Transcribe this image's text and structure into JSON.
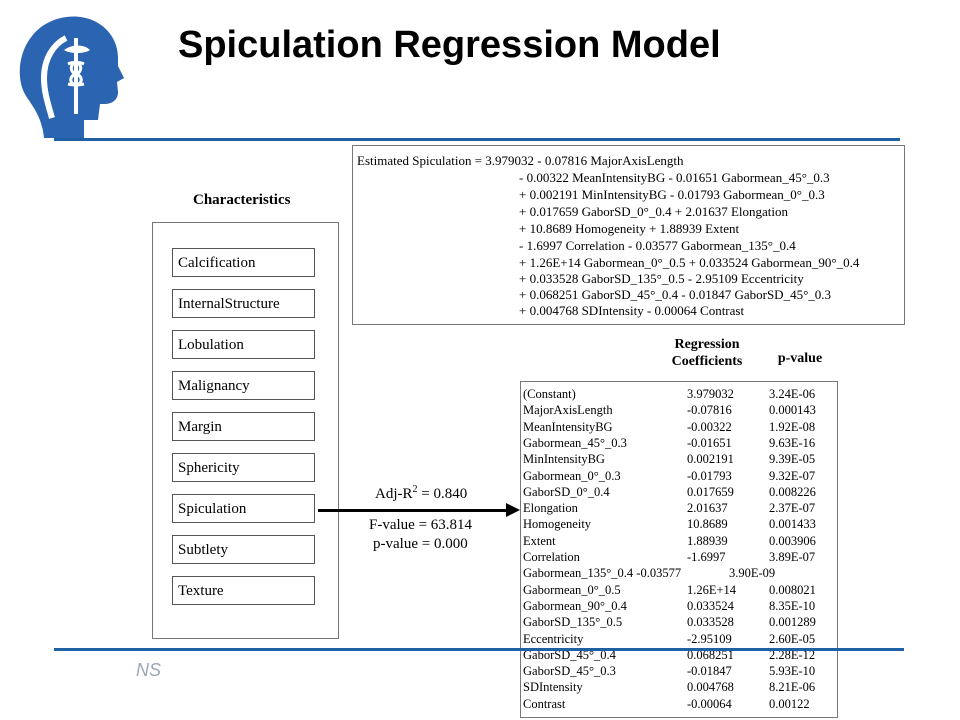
{
  "title": "Spiculation Regression Model",
  "footer_text": "NS",
  "colors": {
    "accent": "#1f5fa6",
    "logo": "#2b64b0"
  },
  "characteristics": {
    "title": "Characteristics",
    "items": [
      "Calcification",
      "InternalStructure",
      "Lobulation",
      "Malignancy",
      "Margin",
      "Sphericity",
      "Spiculation",
      "Subtlety",
      "Texture"
    ]
  },
  "equation": {
    "lines": [
      "Estimated Spiculation = 3.979032 - 0.07816 MajorAxisLength",
      "- 0.00322 MeanIntensityBG - 0.01651 Gabormean_45°_0.3",
      "+ 0.002191 MinIntensityBG - 0.01793 Gabormean_0°_0.3",
      "+ 0.017659 GaborSD_0°_0.4 + 2.01637 Elongation",
      "+ 10.8689 Homogeneity + 1.88939 Extent",
      "- 1.6997 Correlation - 0.03577 Gabormean_135°_0.4",
      "+ 1.26E+14 Gabormean_0°_0.5 + 0.033524 Gabormean_90°_0.4",
      "+ 0.033528 GaborSD_135°_0.5 - 2.95109 Eccentricity",
      "+ 0.068251 GaborSD_45°_0.4 - 0.01847 GaborSD_45°_0.3",
      "+ 0.004768 SDIntensity - 0.00064 Contrast"
    ]
  },
  "stats": {
    "adj_r2_prefix": "Adj-R",
    "adj_r2_sup": "2",
    "adj_r2_value": " = 0.840",
    "f_value": "F-value = 63.814",
    "p_value": "p-value = 0.000"
  },
  "table": {
    "header_coef_1": "Regression",
    "header_coef_2": "Coefficients",
    "header_p": "p-value",
    "rows": [
      {
        "name": "(Constant)",
        "coef": "3.979032",
        "p": "3.24E-06"
      },
      {
        "name": "MajorAxisLength",
        "coef": "-0.07816",
        "p": "0.000143"
      },
      {
        "name": "MeanIntensityBG",
        "coef": "-0.00322",
        "p": "1.92E-08"
      },
      {
        "name": "Gabormean_45°_0.3",
        "coef": "-0.01651",
        "p": "9.63E-16"
      },
      {
        "name": "MinIntensityBG",
        "coef": "0.002191",
        "p": "9.39E-05"
      },
      {
        "name": "Gabormean_0°_0.3",
        "coef": "-0.01793",
        "p": "9.32E-07"
      },
      {
        "name": "GaborSD_0°_0.4",
        "coef": "0.017659",
        "p": "0.008226"
      },
      {
        "name": "Elongation",
        "coef": "2.01637",
        "p": "2.37E-07"
      },
      {
        "name": "Homogeneity",
        "coef": "10.8689",
        "p": "0.001433"
      },
      {
        "name": "Extent",
        "coef": "1.88939",
        "p": "0.003906"
      },
      {
        "name": "Correlation",
        "coef": "-1.6997",
        "p": "3.89E-07"
      },
      {
        "name": "Gabormean_135°_0.4 -0.03577",
        "coef": "",
        "p": "3.90E-09"
      },
      {
        "name": "Gabormean_0°_0.5",
        "coef": "1.26E+14",
        "p": "0.008021"
      },
      {
        "name": "Gabormean_90°_0.4",
        "coef": "0.033524",
        "p": "8.35E-10"
      },
      {
        "name": "GaborSD_135°_0.5",
        "coef": "0.033528",
        "p": "0.001289"
      },
      {
        "name": "Eccentricity",
        "coef": "-2.95109",
        "p": "2.60E-05"
      },
      {
        "name": "GaborSD_45°_0.4",
        "coef": "0.068251",
        "p": "2.28E-12"
      },
      {
        "name": "GaborSD_45°_0.3",
        "coef": "-0.01847",
        "p": "5.93E-10"
      },
      {
        "name": "SDIntensity",
        "coef": "0.004768",
        "p": "8.21E-06"
      },
      {
        "name": "Contrast",
        "coef": "-0.00064",
        "p": "0.00122"
      }
    ]
  }
}
